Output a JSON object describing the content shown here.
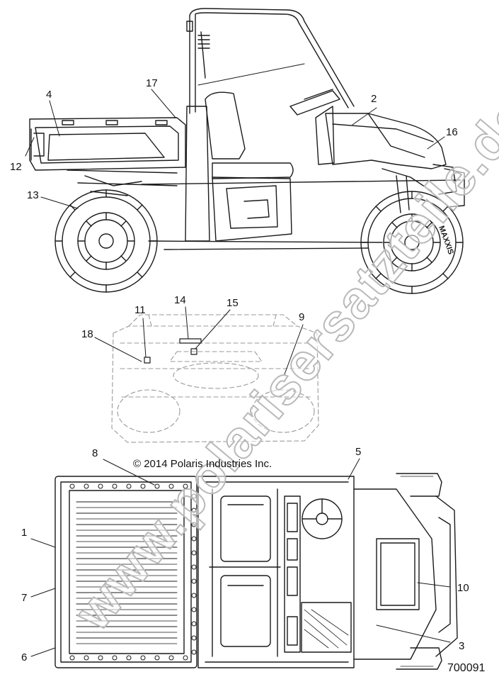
{
  "callouts": {
    "c1": "1",
    "c2": "2",
    "c3": "3",
    "c4": "4",
    "c5": "5",
    "c6": "6",
    "c7": "7",
    "c8": "8",
    "c9": "9",
    "c10": "10",
    "c11": "11",
    "c12": "12",
    "c13": "13",
    "c14": "14",
    "c15": "15",
    "c16": "16",
    "c17": "17",
    "c18": "18"
  },
  "copyright": "© 2014 Polaris Industries Inc.",
  "part_number": "700091",
  "watermark": "www.polarisersatzteile.de",
  "tire_brand": "MAXXIS",
  "colors": {
    "line": "#1a1a1a",
    "dashed": "#9a9a9a",
    "watermark_stroke": "#b9b9b9"
  }
}
